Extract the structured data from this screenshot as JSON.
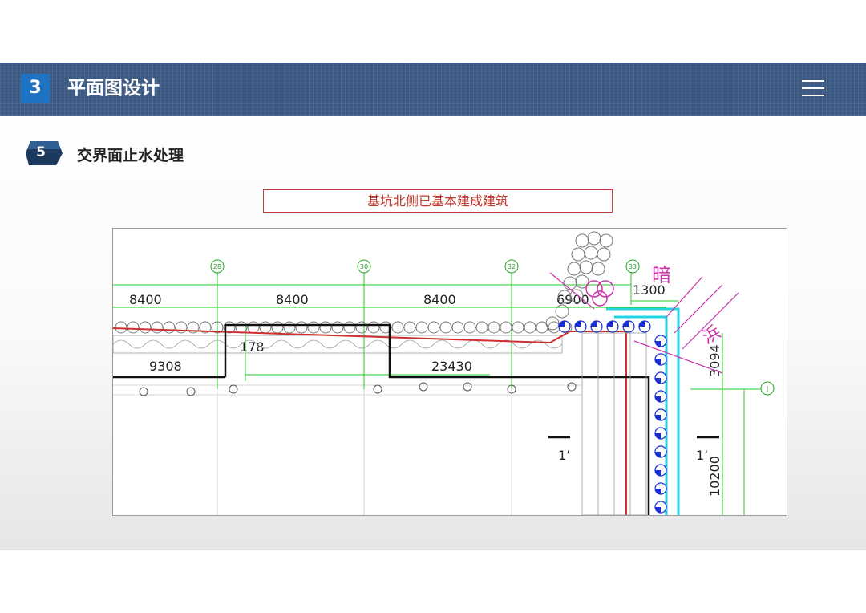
{
  "header": {
    "section_number": "3",
    "section_title": "平面图设计"
  },
  "subsection": {
    "number": "5",
    "title": "交界面止水处理"
  },
  "drawing": {
    "caption": "基坑北侧已基本建成建筑",
    "axis_labels": [
      "28",
      "30",
      "32",
      "33",
      "J"
    ],
    "dimensions": {
      "d_8400_a": "8400",
      "d_8400_b": "8400",
      "d_8400_c": "8400",
      "d_6900": "6900",
      "d_1300": "1300",
      "d_9308": "9308",
      "d_178": "178",
      "d_23430": "23430",
      "d_3094": "3094",
      "d_10200": "10200"
    },
    "section_marks": [
      "1’",
      "1’"
    ],
    "annotations": {
      "an": "暗",
      "bang": "浜"
    },
    "colors": {
      "header_bg": "#3c5a84",
      "badge_blue": "#1e73c4",
      "grid_green": "#22cc22",
      "wall_red": "#d03030",
      "pile_cyan": "#22d3e0",
      "pile_blue": "#1a2fd0",
      "magenta": "#cc33aa"
    }
  }
}
